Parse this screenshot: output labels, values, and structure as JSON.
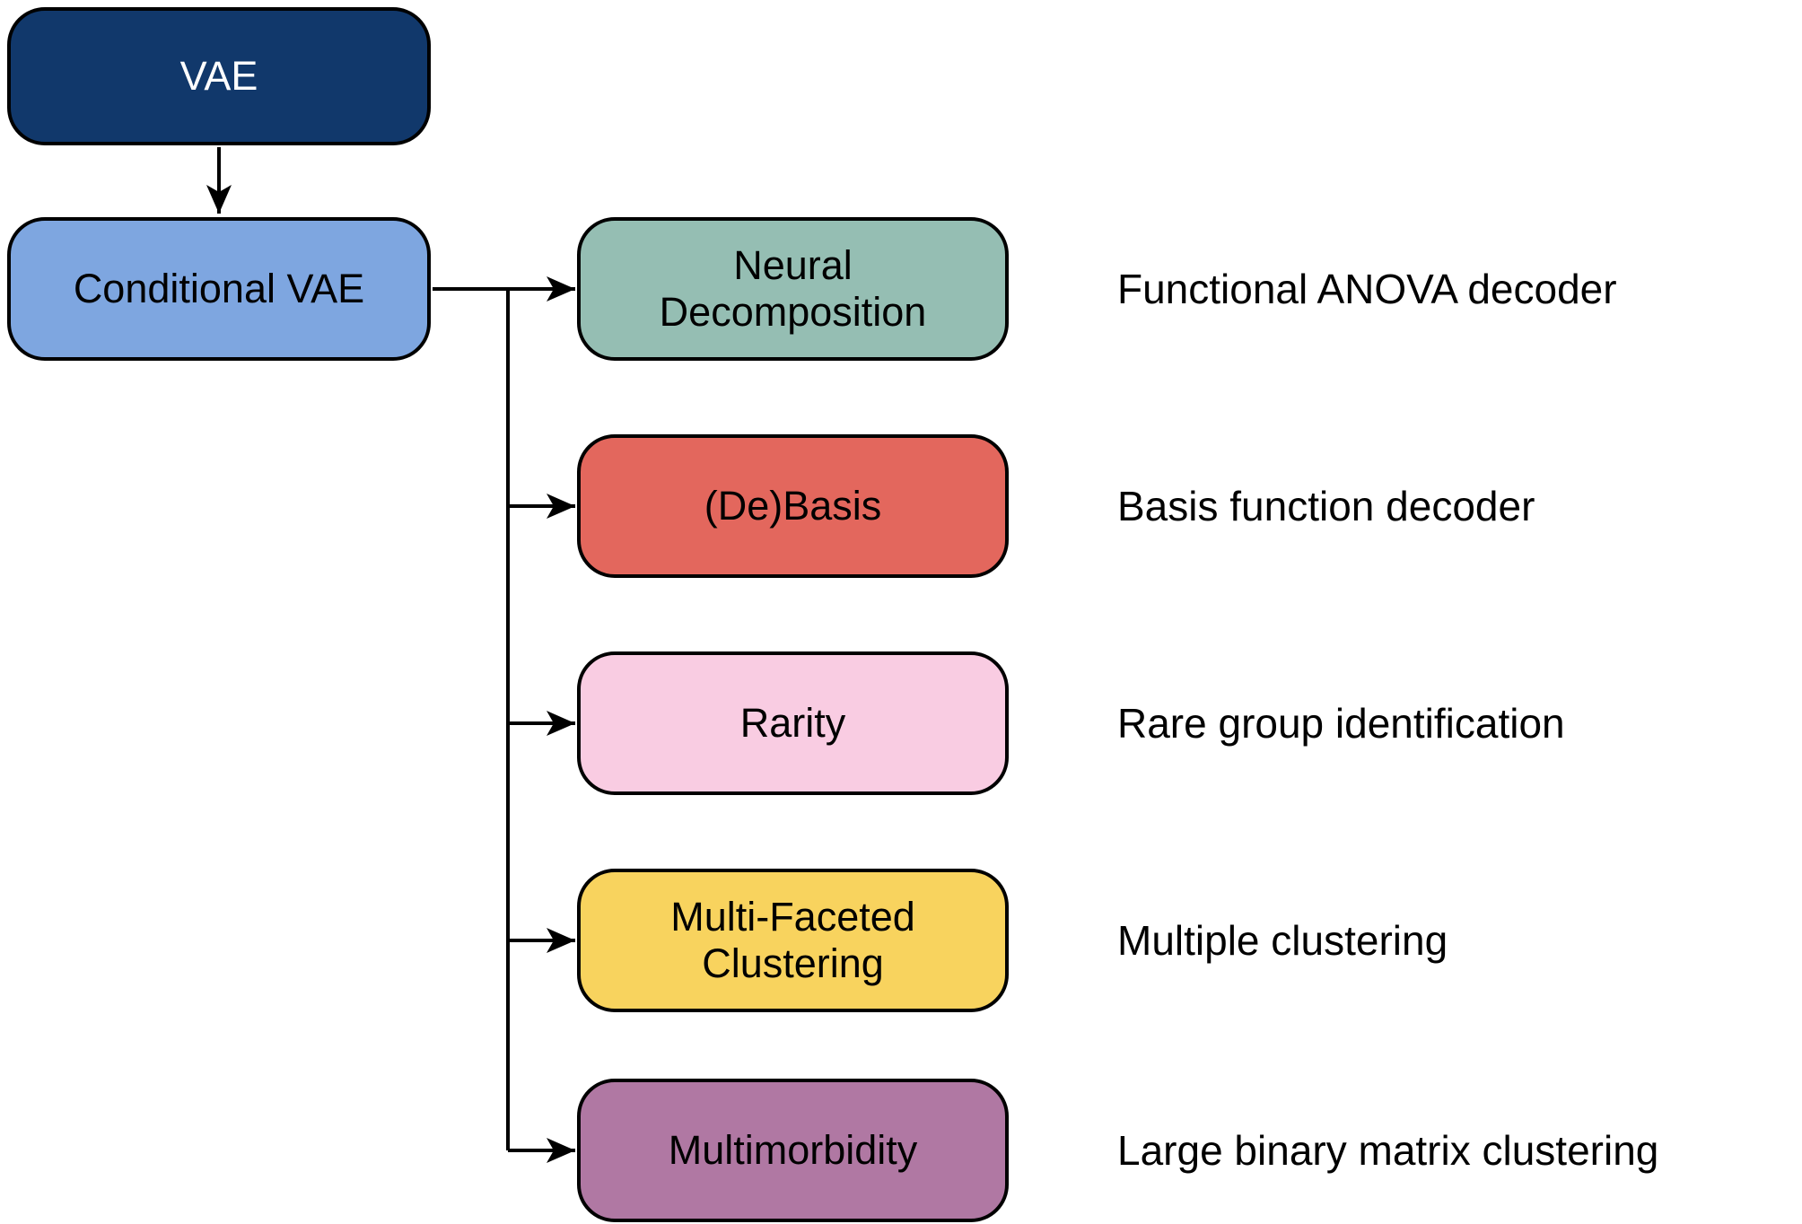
{
  "diagram": {
    "background": "#FFFFFF",
    "connector_color": "#000000",
    "root_node": {
      "label": "VAE",
      "fill": "#11386B",
      "text_color": "#FFFFFF"
    },
    "parent_node": {
      "label": "Conditional VAE",
      "fill": "#7EA6E0",
      "text_color": "#000000"
    },
    "branches": [
      {
        "label": "Neural\nDecomposition",
        "fill": "#95BEB3",
        "description": "Functional ANOVA decoder"
      },
      {
        "label": "(De)Basis",
        "fill": "#E3675D",
        "description": "Basis function decoder"
      },
      {
        "label": "Rarity",
        "fill": "#F9CCE2",
        "description": "Rare group identification"
      },
      {
        "label": "Multi-Faceted\nClustering",
        "fill": "#F8D35E",
        "description": "Multiple clustering"
      },
      {
        "label": "Multimorbidity",
        "fill": "#B078A3",
        "description": "Large binary matrix clustering"
      }
    ]
  }
}
